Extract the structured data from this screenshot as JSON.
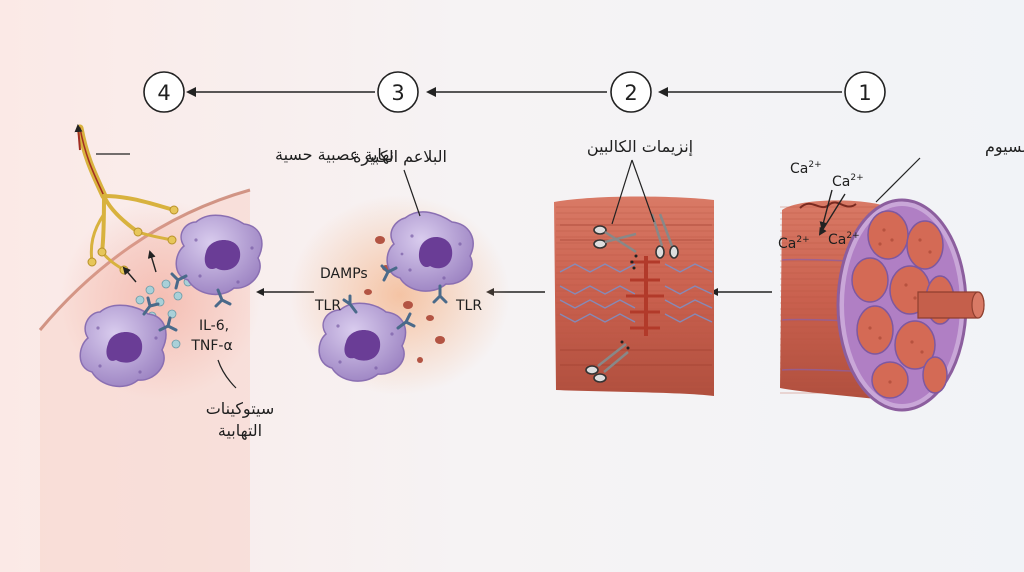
{
  "steps": [
    {
      "number": "1"
    },
    {
      "number": "2"
    },
    {
      "number": "3"
    },
    {
      "number": "4"
    }
  ],
  "panel1": {
    "title": "تدفق الكالسيوم",
    "ion_base": "Ca",
    "ion_charge": "2+"
  },
  "panel2": {
    "title": "إنزيمات الكالبين"
  },
  "panel3": {
    "title": "البلاعم الكبيرة",
    "damps": "DAMPs",
    "tlr": "TLR"
  },
  "panel4": {
    "title": "نهاية عصبية حسية",
    "cytokines": [
      "IL-6,",
      "TNF-α"
    ],
    "cytokines_label": [
      "سيتوكينات",
      "التهابية"
    ]
  },
  "colors": {
    "muscle": "#c9604e",
    "muscle_dark": "#a2432f",
    "macrophage": "#a48cc7",
    "nucleus": "#6a3d96",
    "receptor": "#4a6a8a",
    "nerve": "#d8b23e"
  }
}
